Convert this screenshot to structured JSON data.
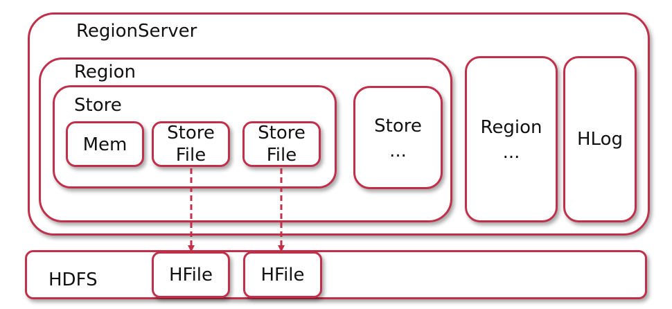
{
  "region_server": {
    "label": "RegionServer"
  },
  "region": {
    "label": "Region"
  },
  "store": {
    "label": "Store",
    "mem_label": "Mem",
    "store_file_1": {
      "line1": "Store",
      "line2": "File"
    },
    "store_file_2": {
      "line1": "Store",
      "line2": "File"
    }
  },
  "store_more": {
    "line1": "Store",
    "line2": "..."
  },
  "region_more": {
    "line1": "Region",
    "line2": "..."
  },
  "hlog": {
    "label": "HLog"
  },
  "hdfs": {
    "label": "HDFS",
    "hfile_1": "HFile",
    "hfile_2": "HFile"
  },
  "colors": {
    "border": "#c0304a",
    "arrow": "#c0304a"
  }
}
